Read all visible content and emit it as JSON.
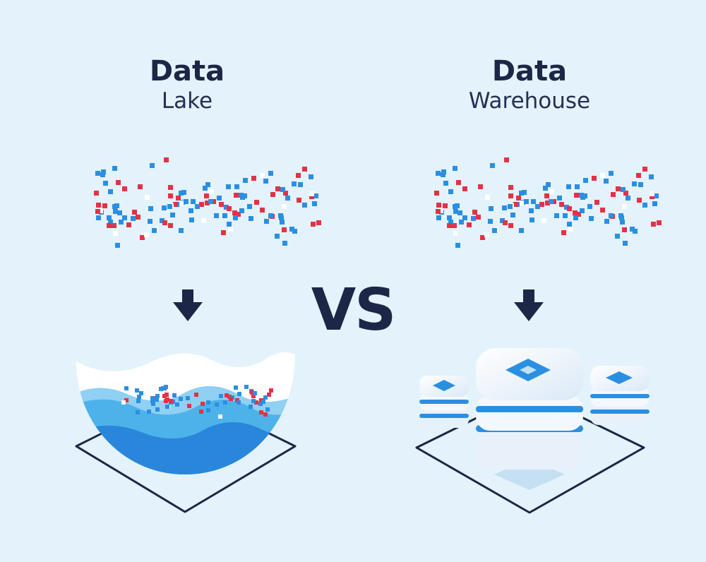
{
  "lake": {
    "title": "Data",
    "subtitle": "Lake"
  },
  "warehouse": {
    "title": "Data",
    "subtitle": "Warehouse"
  },
  "vs_label": "VS",
  "colors": {
    "background": "#e3f2fb",
    "dark": "#1c2646",
    "blue": "#2b8fe0",
    "red": "#e23245",
    "white": "#ffffff",
    "water_light": "#5bb9ec",
    "water_deep": "#2a86db"
  },
  "icons": [
    "down-arrow-icon",
    "lake-bowl-icon",
    "server-stack-icon"
  ]
}
